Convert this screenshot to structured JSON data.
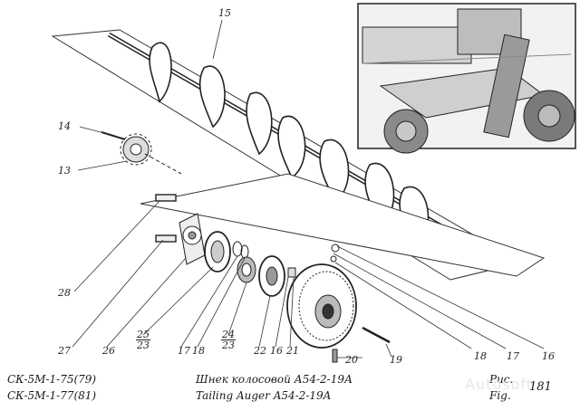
{
  "callouts": {
    "c15": "15",
    "c14": "14",
    "c13": "13",
    "c28": "28",
    "c27": "27",
    "c26": "26",
    "c25_top": "25",
    "c25_bottom": "23",
    "c17_left": "17",
    "c18_left": "18",
    "c24_top": "24",
    "c24_bottom": "23",
    "c22": "22",
    "c16_mid": "16",
    "c21": "21",
    "c20": "20",
    "c19": "19",
    "c18_right": "18",
    "c17_right": "17",
    "c16_right": "16"
  },
  "caption": {
    "model_1": "СК-5М-1-75(79)",
    "model_2": "СК-5М-1-77(81)",
    "title_ru": "Шнек колосовой  А54-2-19А",
    "title_en": "Tailing Auger  A54-2-19A",
    "fig_ru": "Рис.",
    "fig_en": "Fig.",
    "fig_number": "181"
  },
  "watermark": "Autosoft"
}
